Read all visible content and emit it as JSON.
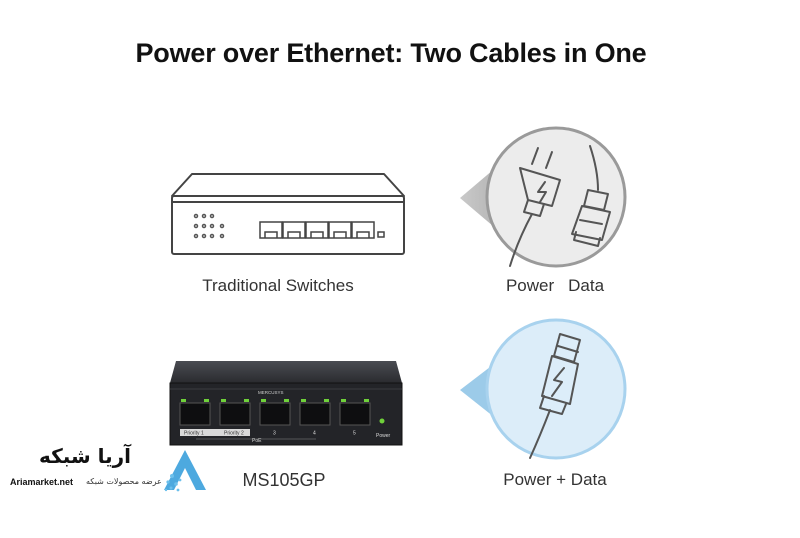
{
  "title": "Power over Ethernet: Two Cables in One",
  "rows": [
    {
      "device_caption": "Traditional Switches",
      "icon_caption_parts": [
        "Power",
        "Data"
      ],
      "circle_color": "#888888",
      "circle_fill": "#e9e9e9"
    },
    {
      "device_caption": "MS105GP",
      "icon_caption": "Power + Data",
      "circle_color": "#9ec9e6",
      "circle_fill": "#d8ebf8"
    }
  ],
  "switch_labels": {
    "brand": "MERCUSYS",
    "ports": [
      "Priority 1",
      "Priority 2",
      "3",
      "4",
      "5"
    ],
    "poe": "PoE",
    "power": "Power"
  },
  "watermark": {
    "name": "آریا شبکه",
    "url": "Ariamarket.net",
    "tagline": "عرضه محصولات شبکه"
  },
  "colors": {
    "port_led": "#6fd03a",
    "accent_blue": "#3aa0dc"
  }
}
